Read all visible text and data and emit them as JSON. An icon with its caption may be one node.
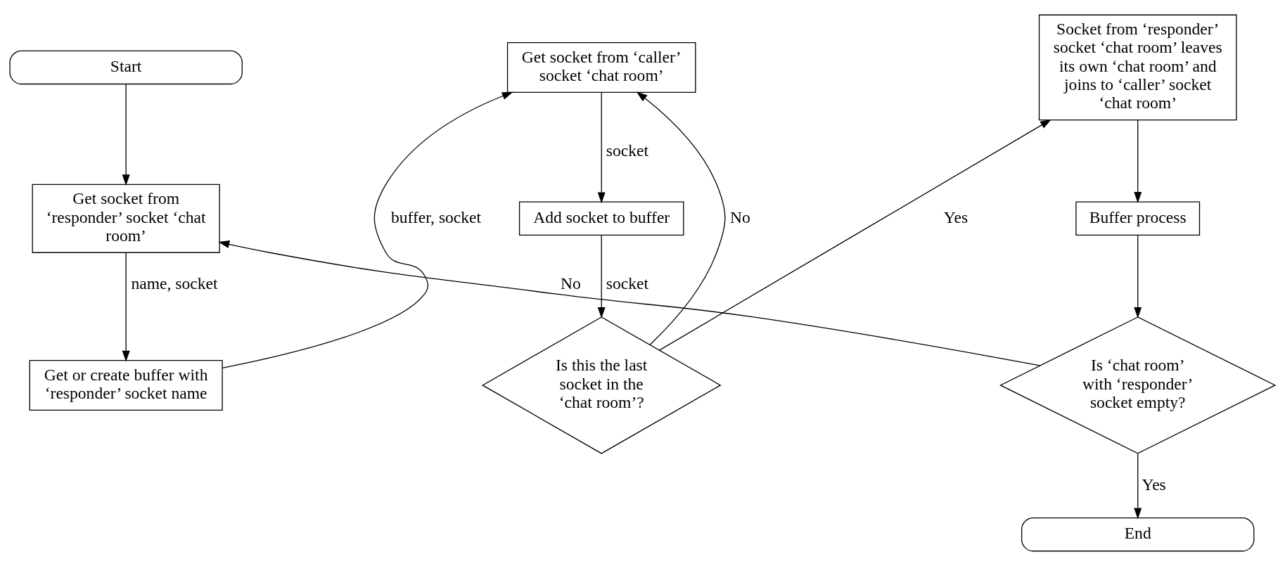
{
  "diagram": {
    "nodes": [
      {
        "text": [
          "Start"
        ]
      },
      {
        "text": [
          "Get socket from ‘responder’ socket ‘chat room’"
        ]
      },
      {
        "text": [
          "Get or create buffer with ‘responder’ socket name"
        ]
      },
      {
        "text": [
          "Get socket from ‘caller’ socket ‘chat room’"
        ]
      },
      {
        "text": [
          "Add socket to buffer"
        ]
      },
      {
        "text": [
          "Is this the last socket in the ‘chat room’?"
        ]
      },
      {
        "text": [
          "Socket from ‘responder’ socket ‘chat room’ leaves its own ‘chat room’ and joins to ‘caller’ socket ‘chat room’"
        ]
      },
      {
        "text": [
          "Buffer process"
        ]
      },
      {
        "text": [
          "Is ‘chat room’ with ‘responder’ socket empty?"
        ]
      },
      {
        "text": [
          "End"
        ]
      }
    ],
    "edges": [
      {
        "from": 0,
        "to": 1,
        "arrow": "to"
      },
      {
        "from": 1,
        "to": 2,
        "arrow": "to",
        "label": "name, socket"
      },
      {
        "from": 2,
        "to": 3,
        "arrow": "to",
        "label": "buffer, socket"
      },
      {
        "from": 3,
        "to": 4,
        "arrow": "to",
        "label": "socket"
      },
      {
        "from": 4,
        "to": 5,
        "arrow": "to",
        "label": "socket"
      },
      {
        "from": 5,
        "to": 3,
        "arrow": "to",
        "label": "No"
      },
      {
        "from": 5,
        "to": 6,
        "arrow": "to",
        "label": "Yes"
      },
      {
        "from": 6,
        "to": 7,
        "arrow": "to"
      },
      {
        "from": 7,
        "to": 8,
        "arrow": "to"
      },
      {
        "from": 8,
        "to": 9,
        "arrow": "to",
        "label": "Yes"
      },
      {
        "from": 8,
        "to": 1,
        "arrow": "to",
        "label": "No"
      }
    ]
  }
}
